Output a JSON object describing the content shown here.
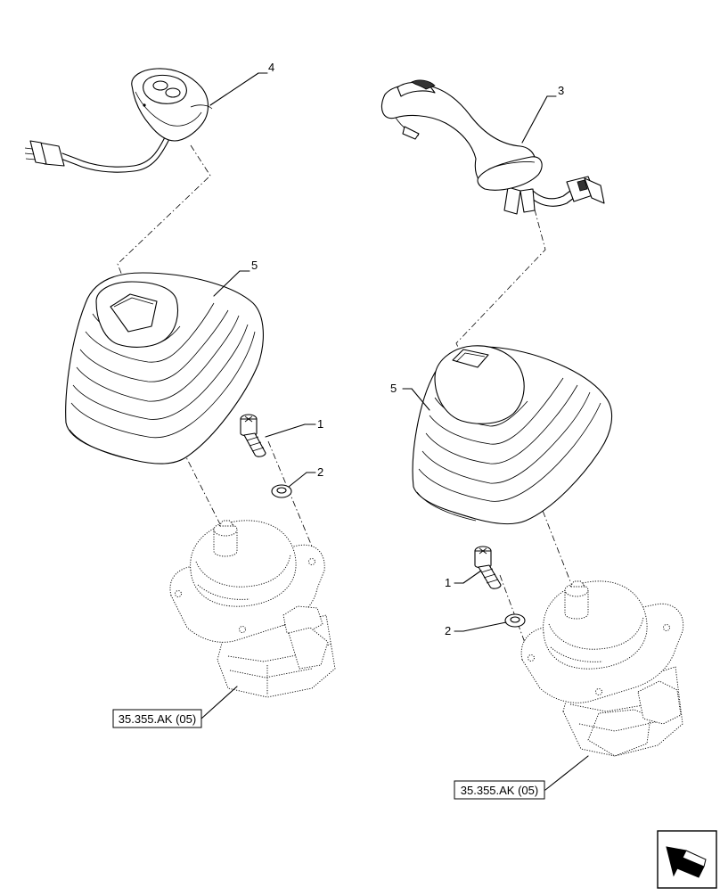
{
  "callouts": {
    "c1_left": "1",
    "c2_left": "2",
    "c4": "4",
    "c5_left": "5",
    "c3": "3",
    "c5_right": "5",
    "c1_right": "1",
    "c2_right": "2"
  },
  "references": {
    "left": "35.355.AK (05)",
    "right": "35.355.AK (05)"
  },
  "nav": {
    "icon": "arrow-icon"
  }
}
